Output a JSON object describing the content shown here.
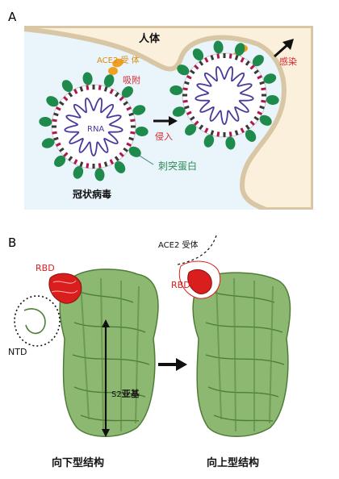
{
  "panel_a": {
    "label": "A",
    "human_body": "人体",
    "receptor": "ACE2 受 体",
    "adsorption": "吸附",
    "infection": "感染",
    "invasion": "侵入",
    "rna": "RNA",
    "spike_protein": "刺突蛋白",
    "coronavirus": "冠状病毒",
    "colors": {
      "background": "#e9f4fb",
      "cell": "#fbf0dc",
      "membrane": "#d9c6a5",
      "spike": "#1e8a4c",
      "receptor": "#f0a020",
      "rna": "#4a3b9b",
      "red_label": "#d7262e",
      "green_label": "#2e8b57"
    }
  },
  "panel_b": {
    "label": "B",
    "receptor": "ACE2 受体",
    "rbd_left": "RBD",
    "rbd_right": "RBD",
    "ntd": "NTD",
    "s2": "S2",
    "s2_suffix": "亚基",
    "down_caption": "向下型结构",
    "up_caption": "向上型结构",
    "colors": {
      "protein": "#7aa85a",
      "protein_dark": "#4f7d38",
      "rbd": "#d91e1e"
    }
  }
}
